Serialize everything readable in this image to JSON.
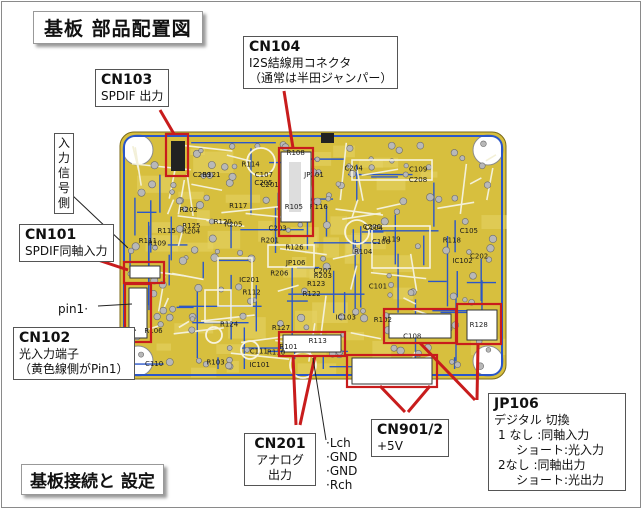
{
  "title": "基板 部品配置図",
  "footer": "基板接続と 設定",
  "side_label_chars": [
    "入",
    "力",
    "信",
    "号",
    "側"
  ],
  "pin1_label": "pin1·",
  "cn103": {
    "name": "CN103",
    "desc": "SPDIF 出力"
  },
  "cn104": {
    "name": "CN104",
    "line1": "I2S結線用コネクタ",
    "line2": "（通常は半田ジャンパー）"
  },
  "cn101": {
    "name": "CN101",
    "desc": "SPDIF同軸入力"
  },
  "cn102": {
    "name": "CN102",
    "line1": "光入力端子",
    "line2": "（黄色線側がPin1）"
  },
  "cn201": {
    "name": "CN201",
    "line1": "アナログ",
    "line2": "出力"
  },
  "cn201_signals": [
    "·Lch",
    "·GND",
    "·GND",
    "·Rch"
  ],
  "cn901": {
    "name": "CN901/2",
    "desc": "+5V"
  },
  "jp106": {
    "name": "JP106",
    "line1": "デジタル 切換",
    "line2": "1 なし :同軸入力",
    "line3": "ショート:光入力",
    "line4": "2なし :同軸出力",
    "line5": "ショート:光出力"
  },
  "board_labels": [
    "R105",
    "R106",
    "C101",
    "C104",
    "C105",
    "C106",
    "C107",
    "R108",
    "R109",
    "C108",
    "C109",
    "C110",
    "C111",
    "R110",
    "R111",
    "R112",
    "R113",
    "R114",
    "R115",
    "R116",
    "R117",
    "R118",
    "R119",
    "R120",
    "R121",
    "R122",
    "R123",
    "R124",
    "R125",
    "R126",
    "R127",
    "R128",
    "C201",
    "C202",
    "C203",
    "C204",
    "C205",
    "C206",
    "C207",
    "C208",
    "C209",
    "R101",
    "R102",
    "R103",
    "R104",
    "R201",
    "R202",
    "R203",
    "R204",
    "R205",
    "R206",
    "IC101",
    "IC102",
    "IC103",
    "IC201",
    "JP101",
    "JP106"
  ],
  "colors": {
    "board": "#d7bf3e",
    "trace_blue": "#2a56c9",
    "trace_white": "#f3f0d8",
    "highlight": "#c81c1c",
    "pad": "#b8b8b8"
  }
}
